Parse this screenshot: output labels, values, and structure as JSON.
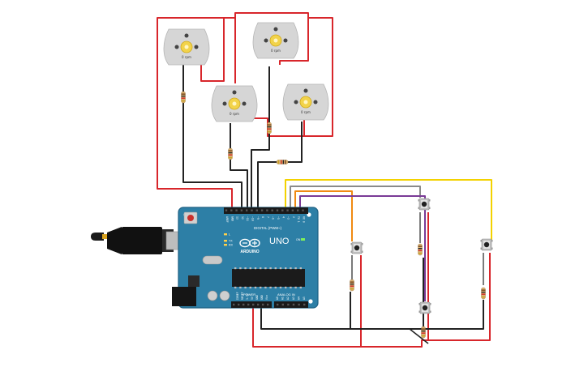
{
  "colors": {
    "board": "#2d7fa6",
    "board_dark": "#1f6184",
    "wire_red": "#d8262b",
    "wire_black": "#222222",
    "wire_yellow": "#f3d200",
    "wire_orange": "#f08a12",
    "wire_purple": "#7a3a96",
    "wire_gray": "#8a8a8a",
    "motor_body": "#d6d6d6",
    "motor_hub": "#f2d34a"
  },
  "icons": {
    "logo": "arduino-infinity-logo",
    "usb": "usb-b-connector",
    "power": "dc-barrel-jack",
    "reset": "reset-button"
  },
  "board": {
    "brand": "ARDUINO",
    "model": "UNO",
    "digital_header": "DIGITAL (PWM~)",
    "analog_header": "ANALOG IN",
    "power_header": "POWER",
    "tx_label": "TX",
    "rx_label": "RX",
    "l_label": "L",
    "on_label": "ON",
    "digital_pins": [
      "AREF",
      "GND",
      "13",
      "12",
      "~11",
      "~10",
      "~9",
      "8",
      "7",
      "~6",
      "~5",
      "4",
      "~3",
      "2",
      "TX 1",
      "RX 0"
    ],
    "power_pins": [
      "IOREF",
      "RESET",
      "3.3V",
      "5V",
      "GND",
      "GND",
      "Vin"
    ],
    "analog_pins": [
      "A0",
      "A1",
      "A2",
      "A3",
      "A4",
      "A5"
    ]
  },
  "motors": [
    {
      "label": "0 rpm"
    },
    {
      "label": "0 rpm"
    },
    {
      "label": "0 rpm"
    },
    {
      "label": "0 rpm"
    }
  ]
}
